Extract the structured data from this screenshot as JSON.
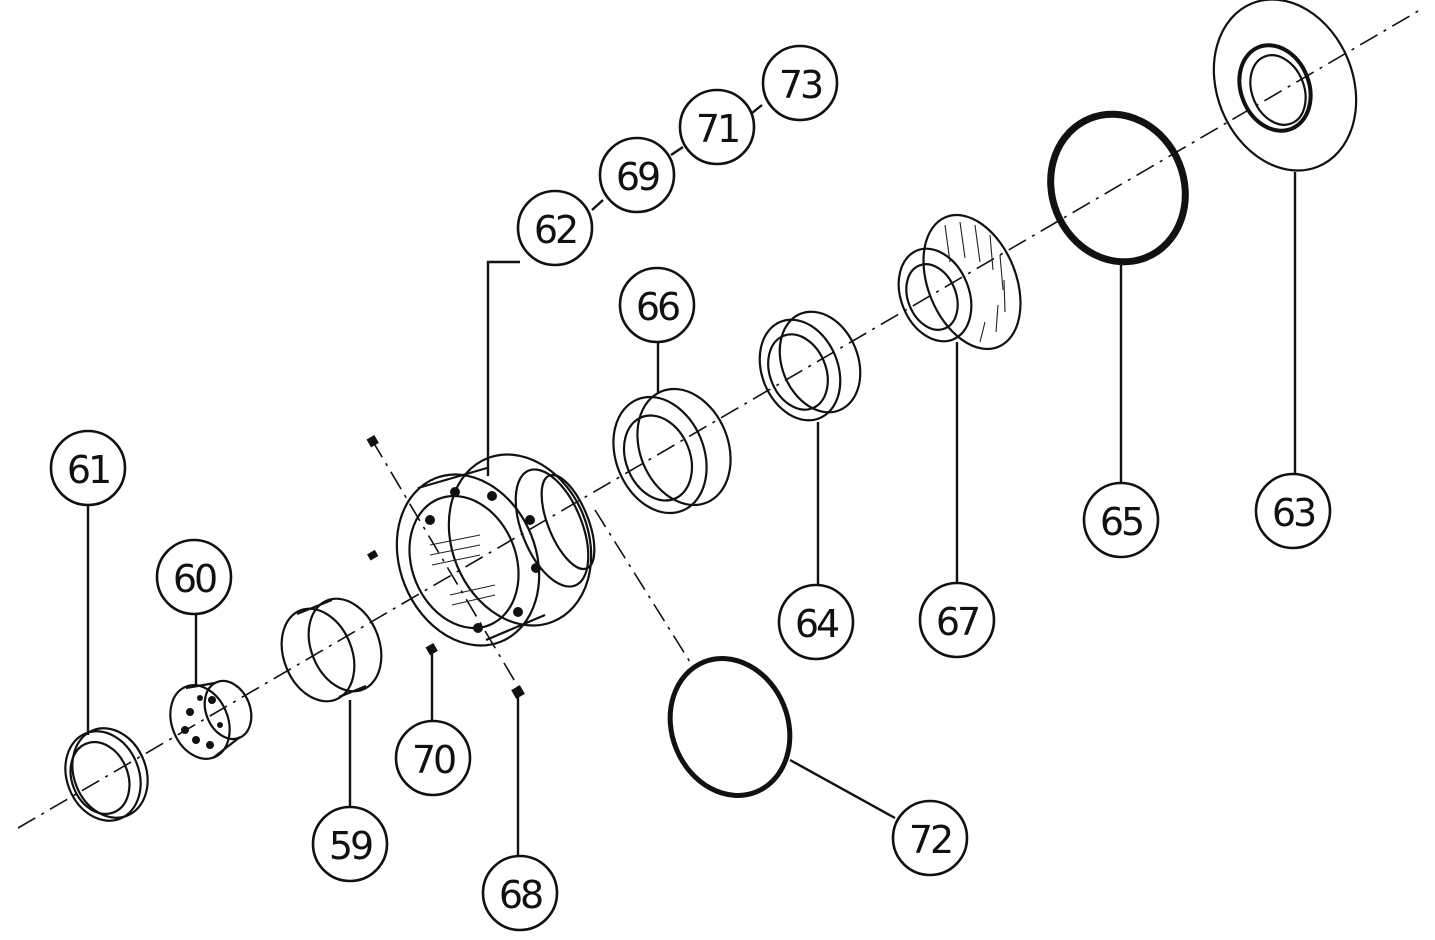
{
  "diagram": {
    "callouts": [
      {
        "id": "c61",
        "label": "61"
      },
      {
        "id": "c60",
        "label": "60"
      },
      {
        "id": "c59",
        "label": "59"
      },
      {
        "id": "c70",
        "label": "70"
      },
      {
        "id": "c68",
        "label": "68"
      },
      {
        "id": "c62",
        "label": "62"
      },
      {
        "id": "c69",
        "label": "69"
      },
      {
        "id": "c71",
        "label": "71"
      },
      {
        "id": "c73",
        "label": "73"
      },
      {
        "id": "c66",
        "label": "66"
      },
      {
        "id": "c64",
        "label": "64"
      },
      {
        "id": "c67",
        "label": "67"
      },
      {
        "id": "c65",
        "label": "65"
      },
      {
        "id": "c63",
        "label": "63"
      },
      {
        "id": "c72",
        "label": "72"
      }
    ]
  },
  "colors": {
    "ink": "#111111",
    "background": "#ffffff"
  }
}
